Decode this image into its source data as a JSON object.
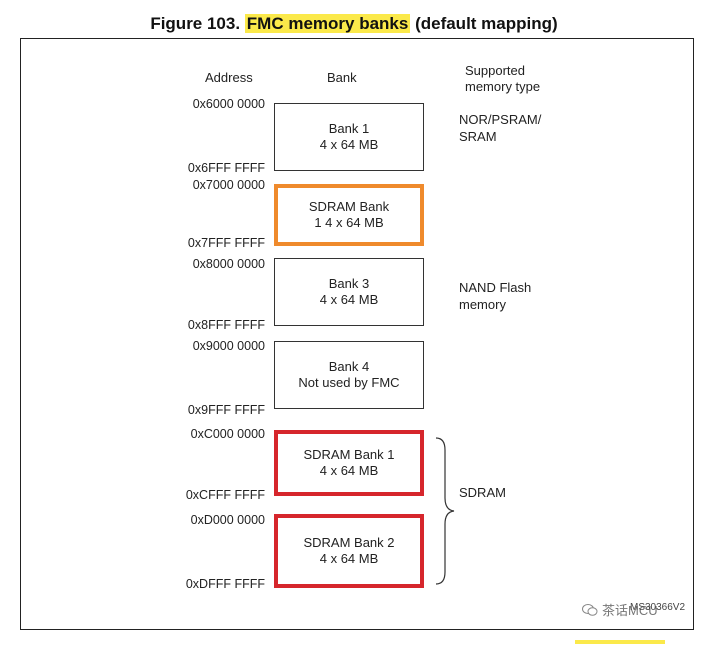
{
  "title": {
    "prefix": "Figure 103. ",
    "highlight": "FMC memory banks",
    "suffix": " (default mapping)"
  },
  "headers": {
    "address": "Address",
    "bank": "Bank",
    "type_line1": "Supported",
    "type_line2": "memory type"
  },
  "banks": [
    {
      "start": "0x6000 0000",
      "end": "0x6FFF FFFF",
      "line1": "Bank 1",
      "line2": "4 x 64 MB"
    },
    {
      "start": "0x7000 0000",
      "end": "0x7FFF FFFF",
      "line1": "SDRAM Bank",
      "line2": "1 4 x 64 MB"
    },
    {
      "start": "0x8000 0000",
      "end": "0x8FFF FFFF",
      "line1": "Bank 3",
      "line2": "4 x 64 MB"
    },
    {
      "start": "0x9000 0000",
      "end": "0x9FFF FFFF",
      "line1": "Bank 4",
      "line2": "Not used by FMC"
    },
    {
      "start": "0xC000 0000",
      "end": "0xCFFF FFFF",
      "line1": "SDRAM Bank 1",
      "line2": "4 x 64 MB"
    },
    {
      "start": "0xD000 0000",
      "end": "0xDFFF FFFF",
      "line1": "SDRAM Bank 2",
      "line2": "4 x 64 MB"
    }
  ],
  "types": {
    "nor_line1": "NOR/PSRAM/",
    "nor_line2": "SRAM",
    "nand_line1": "NAND Flash",
    "nand_line2": "memory",
    "sdram": "SDRAM"
  },
  "ref_code": "MS30366V2",
  "watermark": "茶话MCU",
  "colors": {
    "highlight": "#fbe94a",
    "orange_border": "#ef8a2c",
    "red_border": "#d6262c"
  }
}
